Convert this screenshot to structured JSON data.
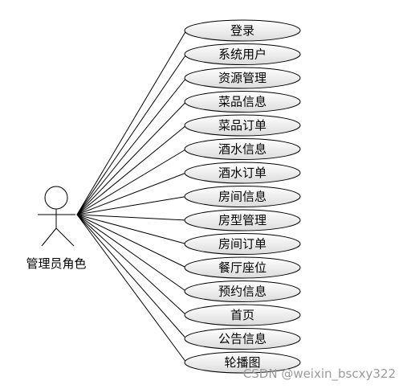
{
  "actor": {
    "label": "管理员角色"
  },
  "use_cases": [
    {
      "label": "登录"
    },
    {
      "label": "系统用户"
    },
    {
      "label": "资源管理"
    },
    {
      "label": "菜品信息"
    },
    {
      "label": "菜品订单"
    },
    {
      "label": "酒水信息"
    },
    {
      "label": "酒水订单"
    },
    {
      "label": "房间信息"
    },
    {
      "label": "房型管理"
    },
    {
      "label": "房间订单"
    },
    {
      "label": "餐厅座位"
    },
    {
      "label": "预约信息"
    },
    {
      "label": "首页"
    },
    {
      "label": "公告信息"
    },
    {
      "label": "轮播图"
    }
  ],
  "watermark": "CSDN @weixin_bscxy322",
  "colors": {
    "ellipse_fill_top": "#ffffff",
    "ellipse_fill_bottom": "#dcdcdc",
    "stroke": "#000000",
    "watermark": "#9a9a9a"
  }
}
